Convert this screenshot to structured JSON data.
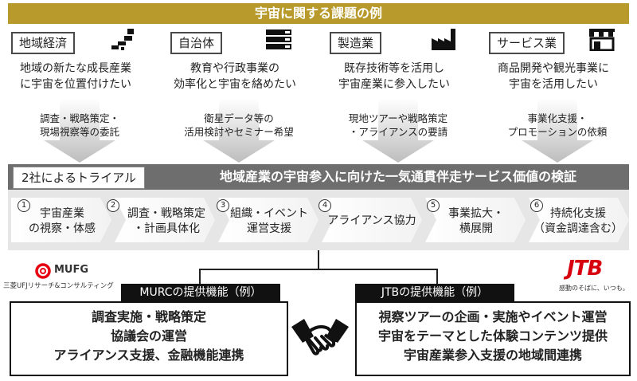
{
  "banner": "宇宙に関する課題の例",
  "categories": [
    {
      "label": "地域経済",
      "icon": "map-icon",
      "desc": [
        "地域の新たな成長産業",
        "に宇宙を位置付けたい"
      ],
      "req": [
        "調査・戦略策定・",
        "現場視察等の委託"
      ]
    },
    {
      "label": "自治体",
      "icon": "books-icon",
      "desc": [
        "教育や行政事業の",
        "効率化と宇宙を絡めたい"
      ],
      "req": [
        "衛星データ等の",
        "活用検討やセミナー希望"
      ]
    },
    {
      "label": "製造業",
      "icon": "factory-icon",
      "desc": [
        "既存技術等を活用し",
        "宇宙産業に参入したい"
      ],
      "req": [
        "現地ツアーや戦略策定",
        "・アライアンスの要請"
      ]
    },
    {
      "label": "サービス業",
      "icon": "store-icon",
      "desc": [
        "商品開発や観光事業に",
        "宇宙を活用したい"
      ],
      "req": [
        "事業化支援・",
        "プロモーションの依頼"
      ]
    }
  ],
  "trial": "2社によるトライアル",
  "headline": "地域産業の宇宙参入に向けた一気通貫伴走サービス価値の検証",
  "steps": [
    {
      "num": "1",
      "lines": [
        "宇宙産業",
        "の視察・体感"
      ]
    },
    {
      "num": "2",
      "lines": [
        "調査・戦略策定",
        "・計画具体化"
      ]
    },
    {
      "num": "3",
      "lines": [
        "組織・イベント",
        "運営支援"
      ]
    },
    {
      "num": "4",
      "lines": [
        "アライアンス協力"
      ]
    },
    {
      "num": "5",
      "lines": [
        "事業拡大・",
        "横展開"
      ]
    },
    {
      "num": "6",
      "lines": [
        "持続化支援",
        "（資金調達含む）"
      ]
    }
  ],
  "murc": {
    "logo": "MUFG",
    "company": "三菱UFJリサーチ&コンサルティング",
    "header": "MURCの提供機能（例）",
    "items": [
      "調査実施・戦略策定",
      "協議会の運営",
      "アライアンス支援、金融機能連携"
    ]
  },
  "jtb": {
    "logo": "JTB",
    "tagline": "感動のそばに、いつも。",
    "header": "JTBの提供機能（例）",
    "items": [
      "視察ツアーの企画・実施やイベント運営",
      "宇宙をテーマとした体験コンテンツ提供",
      "宇宙産業参入支援の地域間連携"
    ]
  },
  "colors": {
    "gold": "#b89a2c",
    "band": "#6e6e6e",
    "mufg_red": "#e60012",
    "jtb_red": "#d7000f"
  }
}
